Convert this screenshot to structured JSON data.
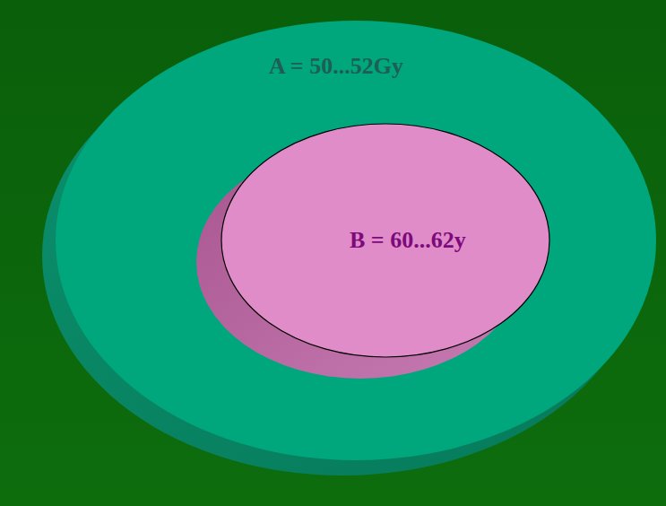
{
  "diagram": {
    "nodes": [
      {
        "text": [
          "A = 50...52Gy"
        ]
      },
      {
        "text": [
          "B = 60...62y"
        ],
        "in": 0
      }
    ]
  }
}
